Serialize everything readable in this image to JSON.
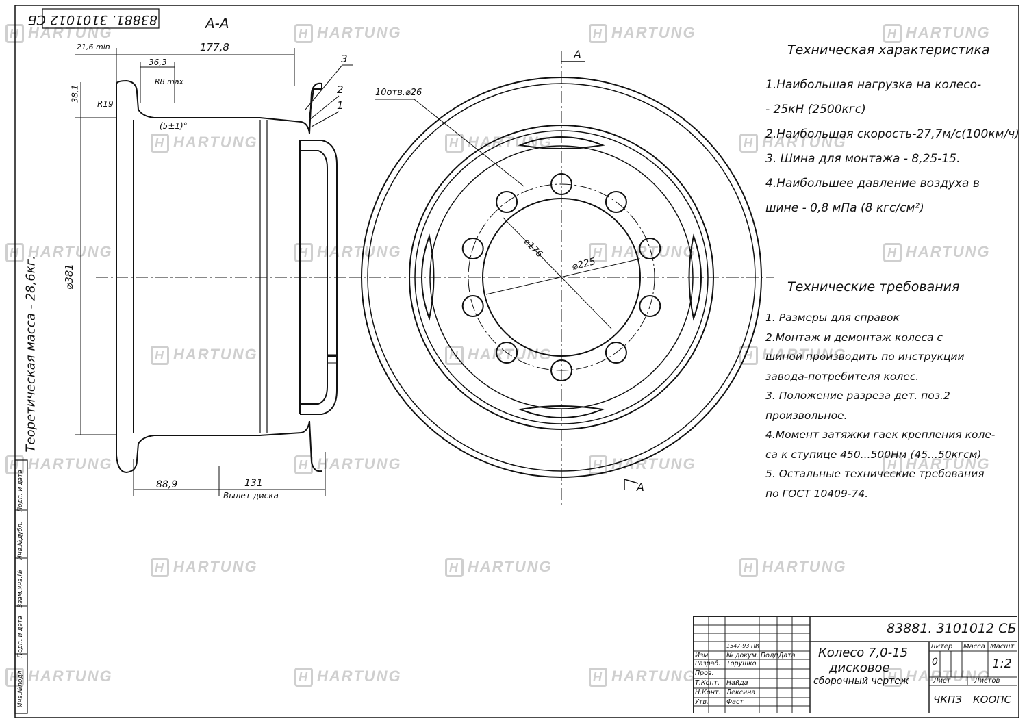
{
  "stamp_top": "83881. 3101012 СБ",
  "section_label": "А-А",
  "section_arrow": "А",
  "section_arrow_bottom": "А",
  "side_text": "Теоретическая масса - 28,6кг.",
  "dims": {
    "d_21_6": "21,6 min",
    "d_177_8": "177,8",
    "d_36_3": "36,3",
    "d_r8": "R8 max",
    "d_381_small": "38,1",
    "d_r19": "R19",
    "d_angle": "(5±1)°",
    "d_381": "⌀381",
    "d_88_9": "88,9",
    "d_131": "131",
    "d_vylet": "Вылет диска",
    "holes": "10отв.⌀26",
    "d_176": "⌀176",
    "d_225": "⌀225",
    "pos1": "1",
    "pos2": "2",
    "pos3": "3"
  },
  "tech_char": {
    "title": "Техническая характеристика",
    "items": [
      "1.Наибольшая нагрузка на колесо-",
      "- 25кН (2500кгс)",
      "2.Наибольшая скорость-27,7м/с(100км/ч)",
      "3. Шина для монтажа - 8,25-15.",
      "4.Наибольшее давление воздуха в",
      "шине - 0,8 мПа (8 кгс/см²)"
    ]
  },
  "tech_req": {
    "title": "Технические требования",
    "items": [
      "1. Размеры для справок",
      "2.Монтаж и демонтаж колеса с",
      "шиной производить по инструкции",
      "завода-потребителя колес.",
      "3. Положение разреза дет. поз.2",
      "произвольное.",
      "4.Момент затяжки гаек крепления коле-",
      "са к ступице 450...500Нм (45...50кгсм)",
      "5. Остальные технические требования",
      "по ГОСТ 10409-74."
    ]
  },
  "title_block": {
    "code": "83881. 3101012 СБ",
    "name1": "Колесо 7,0-15",
    "name2": "дисковое",
    "name3": "сборочный чертеж",
    "hdr_lit": "Литер",
    "hdr_mass": "Масса",
    "hdr_scale": "Масшт.",
    "lit_val": "0",
    "scale": "1:2",
    "sheet": "Лист",
    "sheets": "Листов",
    "org1": "ЧКПЗ",
    "org2": "КООПС",
    "rows": [
      {
        "role": "Изм.",
        "name": "№ докум.",
        "sign": "Подп.",
        "date": "Дата"
      },
      {
        "role": "Разраб.",
        "name": "Торушко",
        "sign": "",
        "date": ""
      },
      {
        "role": "Пров.",
        "name": "",
        "sign": "",
        "date": ""
      },
      {
        "role": "Т.Конт.",
        "name": "Найда",
        "sign": "",
        "date": ""
      },
      {
        "role": "Н.Конт.",
        "name": "Лексина",
        "sign": "",
        "date": ""
      },
      {
        "role": "Утв.",
        "name": "Фаст",
        "sign": "",
        "date": ""
      }
    ],
    "change_note": "1547-93 ПИ"
  },
  "left_stamp_labels": [
    "Инв.№подл.",
    "Подп. и дата",
    "Взам.инв.№",
    "Инв.№дубл.",
    "Подп. и дата"
  ],
  "watermark": "HARTUNG",
  "watermark_mark": "H"
}
